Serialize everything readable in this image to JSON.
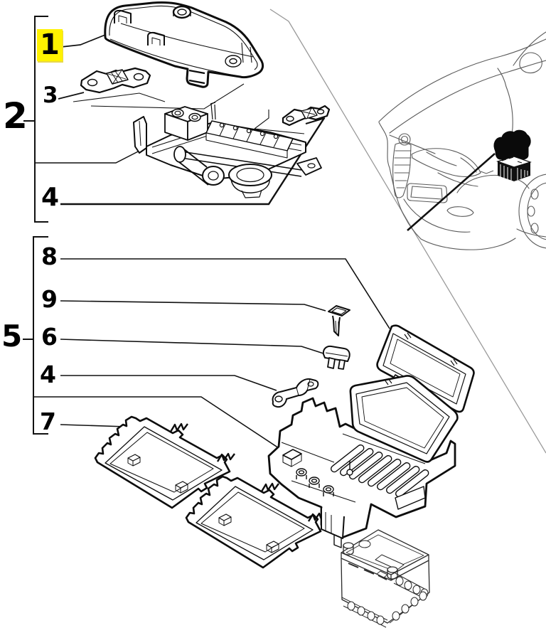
{
  "page": {
    "background": "#ffffff"
  },
  "diagram": {
    "kind": "exploded-parts-diagram",
    "description": "battery fuse box assembly with vehicle location inset",
    "line_color": "#000000",
    "inset_line_color": "#5a5a5a",
    "highlight_color": "#fff200",
    "callouts": [
      {
        "text": "1",
        "highlighted": true
      },
      {
        "text": "2",
        "highlighted": false
      },
      {
        "text": "3",
        "highlighted": false
      },
      {
        "text": "4",
        "highlighted": false
      },
      {
        "text": "8",
        "highlighted": false
      },
      {
        "text": "9",
        "highlighted": false
      },
      {
        "text": "6",
        "highlighted": false
      },
      {
        "text": "4",
        "highlighted": false
      },
      {
        "text": "5",
        "highlighted": false
      },
      {
        "text": "7",
        "highlighted": false
      }
    ]
  }
}
